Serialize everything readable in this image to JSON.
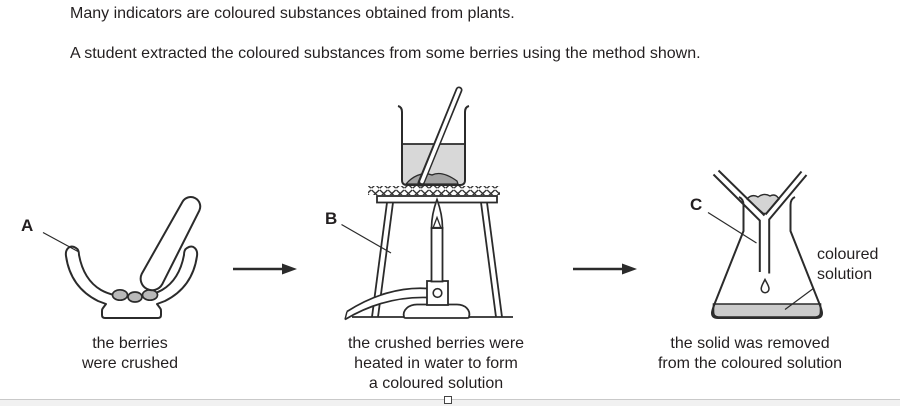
{
  "colors": {
    "text": "#231f20",
    "stroke": "#2b2b2b",
    "liquid": "#d8d8d8",
    "sediment": "#a3a3a3",
    "berries": "#b9b9b9",
    "residue": "#d4d4d4",
    "solution": "#cbcbcb",
    "footer_bar": "#f1f1f1"
  },
  "intro": {
    "line1": "Many indicators are coloured substances obtained from plants.",
    "line2": "A student extracted the coloured substances from some berries using the method shown."
  },
  "labels": {
    "step1": "A",
    "step2": "B",
    "step3": "C"
  },
  "annotation": {
    "line1": "coloured",
    "line2": "solution"
  },
  "captions": {
    "step1": [
      "the berries",
      "were crushed"
    ],
    "step2": [
      "the crushed berries were",
      "heated in water to form",
      "a coloured solution"
    ],
    "step3": [
      "the solid was removed",
      "from the coloured solution"
    ]
  }
}
